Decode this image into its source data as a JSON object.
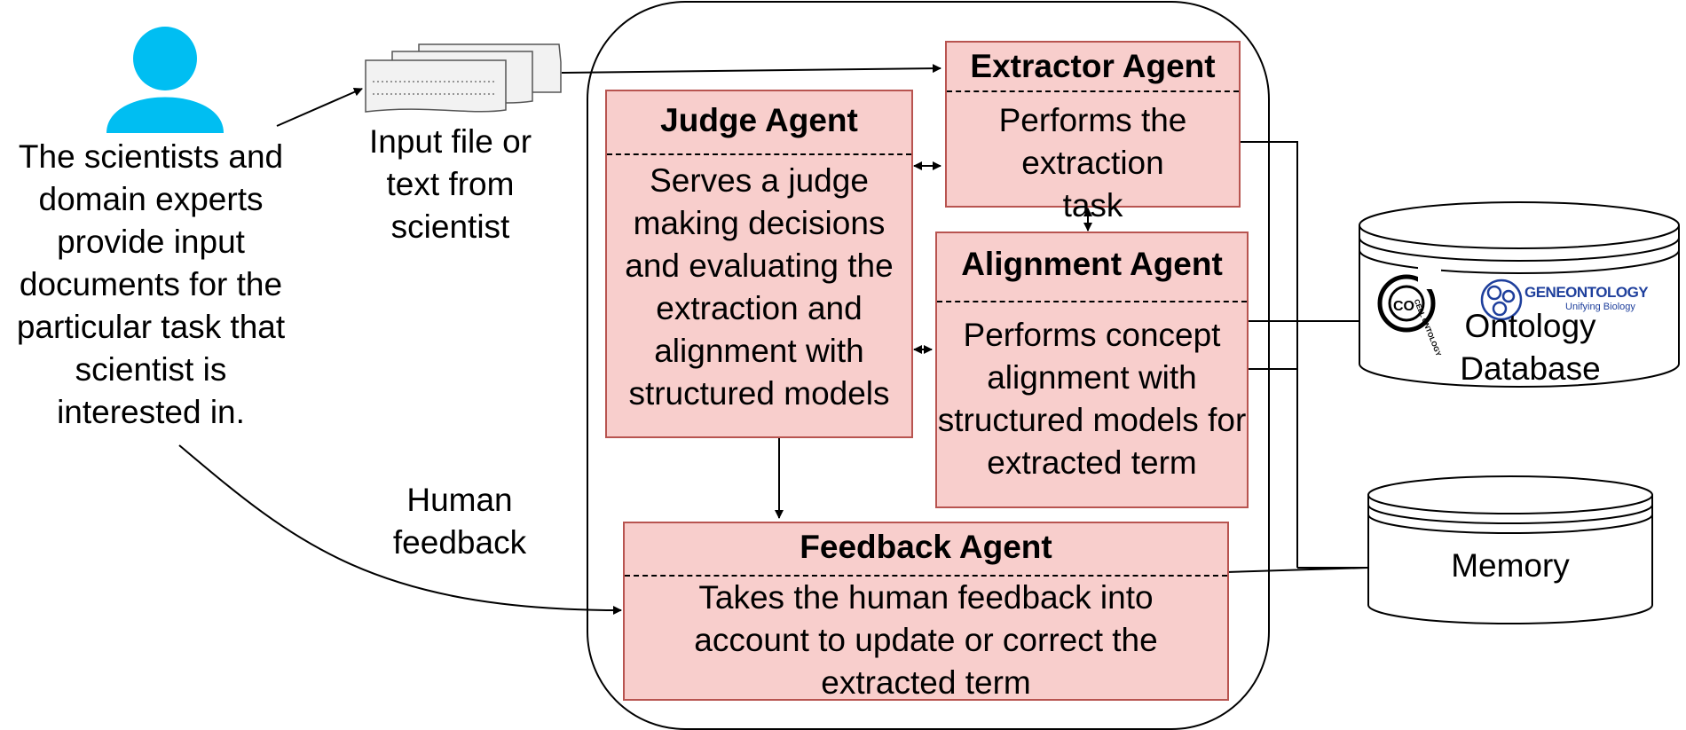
{
  "user": {
    "description": "The scientists and domain experts provide input documents for the particular task that scientist is interested in."
  },
  "input": {
    "label": "Input file or text from scientist"
  },
  "feedback_label": "Human feedback",
  "agents": {
    "extractor": {
      "title": "Extractor Agent",
      "body": "Performs the extraction task"
    },
    "judge": {
      "title": "Judge Agent",
      "body": "Serves a judge making decisions and evaluating the extraction and alignment with structured models"
    },
    "alignment": {
      "title": "Alignment Agent",
      "body": "Performs concept alignment with structured models for extracted term"
    },
    "feedback": {
      "title": "Feedback Agent",
      "body": "Takes the human feedback into account to update or correct the extracted term"
    }
  },
  "stores": {
    "ontology": {
      "label": "Ontology Database",
      "logos": {
        "cell_ontology": "CELL ONTOLOGY",
        "gene_ontology": "GENEONTOLOGY",
        "gene_ontology_tagline": "Unifying Biology"
      }
    },
    "memory": {
      "label": "Memory"
    }
  },
  "colors": {
    "agent_fill": "#f8cecc",
    "agent_border": "#b85450",
    "user_icon": "#00bef2",
    "gene_ontology_blue": "#1e3f9c"
  }
}
